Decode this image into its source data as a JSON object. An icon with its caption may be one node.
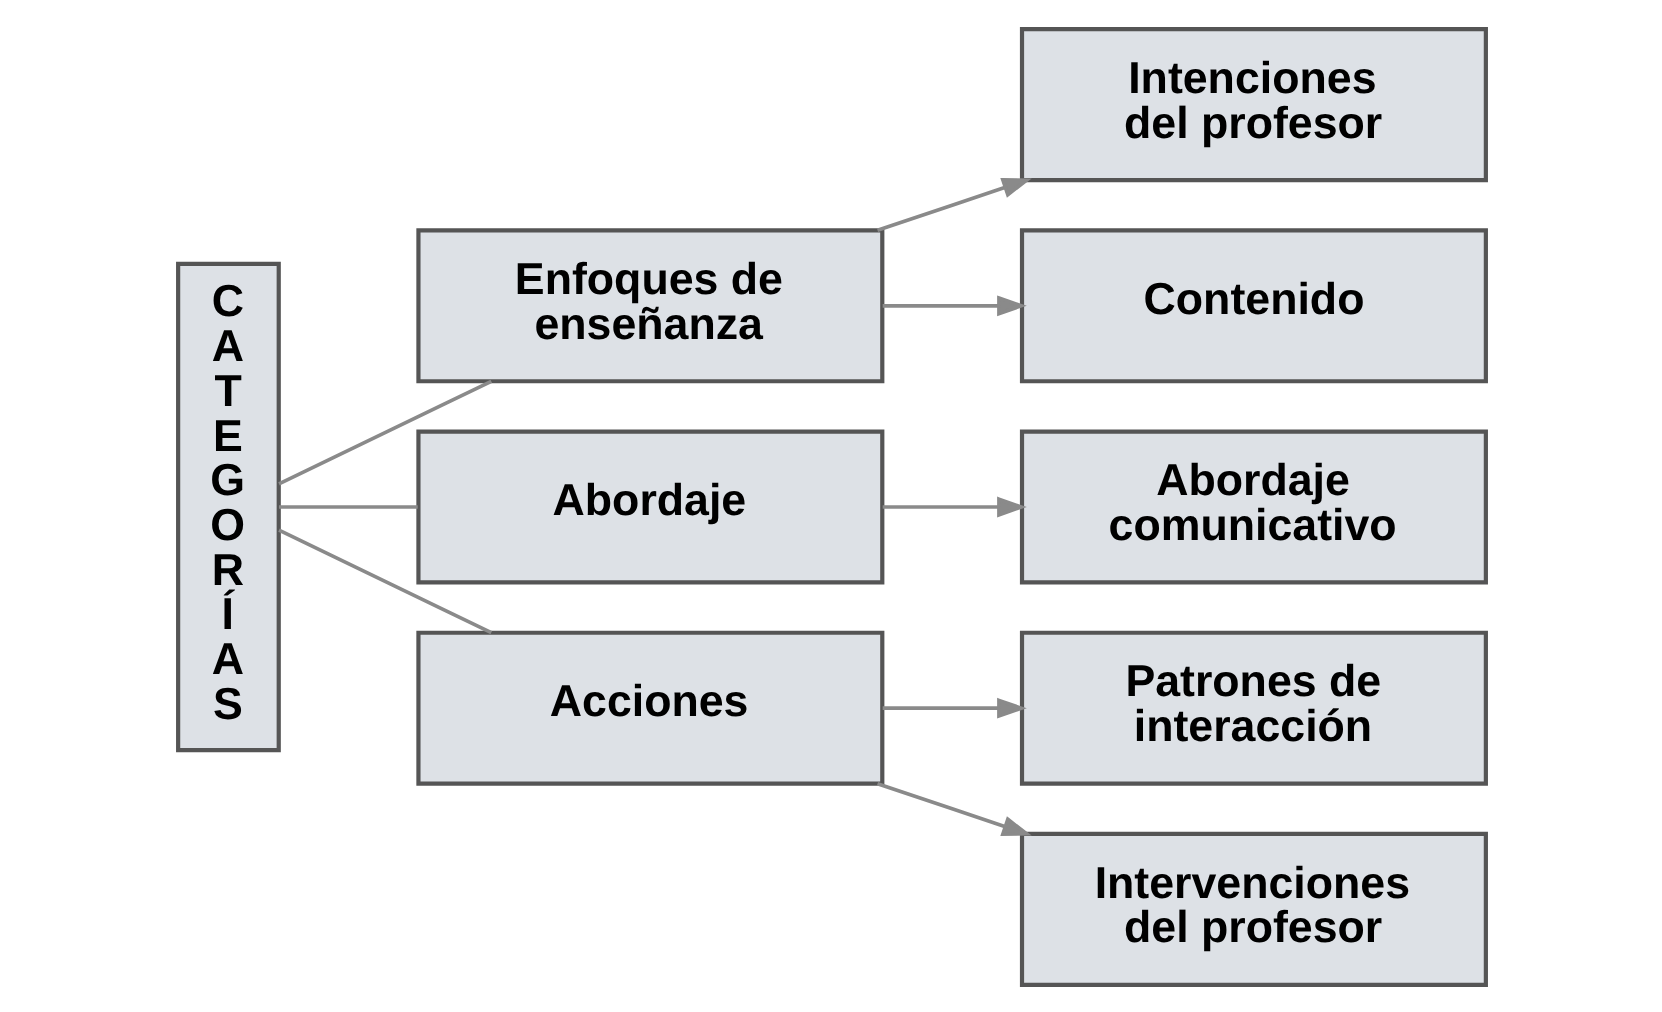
{
  "diagram": {
    "nodes": [
      {
        "text": [
          "CATEGORÍAS"
        ]
      },
      {
        "text": [
          "Enfoques de enseñanza"
        ]
      },
      {
        "text": [
          "Abordaje"
        ]
      },
      {
        "text": [
          "Acciones"
        ]
      },
      {
        "text": [
          "Intenciones del profesor"
        ]
      },
      {
        "text": [
          "Contenido"
        ]
      },
      {
        "text": [
          "Abordaje comunicativo"
        ]
      },
      {
        "text": [
          "Patrones de interacción"
        ]
      },
      {
        "text": [
          "Intervenciones del profesor"
        ]
      }
    ],
    "edges": [
      {
        "from": 0,
        "to": 1,
        "arrow": "none"
      },
      {
        "from": 0,
        "to": 2,
        "arrow": "none"
      },
      {
        "from": 0,
        "to": 3,
        "arrow": "none"
      },
      {
        "from": 1,
        "to": 4,
        "arrow": "to"
      },
      {
        "from": 1,
        "to": 5,
        "arrow": "to"
      },
      {
        "from": 2,
        "to": 6,
        "arrow": "to"
      },
      {
        "from": 3,
        "to": 7,
        "arrow": "to"
      },
      {
        "from": 3,
        "to": 8,
        "arrow": "to"
      }
    ]
  }
}
